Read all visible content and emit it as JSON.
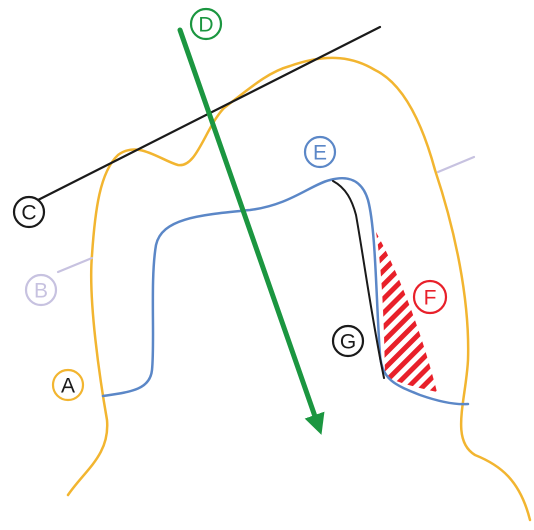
{
  "colors": {
    "outline_orange": "#F2B530",
    "contour_blue": "#5B87C7",
    "line_black": "#1A1A1A",
    "arrow_green": "#1B9640",
    "hatch_red": "#E8202A",
    "lilac": "#C7C2E0",
    "background": "#FFFFFF"
  },
  "labels": {
    "a": "A",
    "b": "B",
    "c": "C",
    "d": "D",
    "e": "E",
    "f": "F",
    "g": "G"
  }
}
